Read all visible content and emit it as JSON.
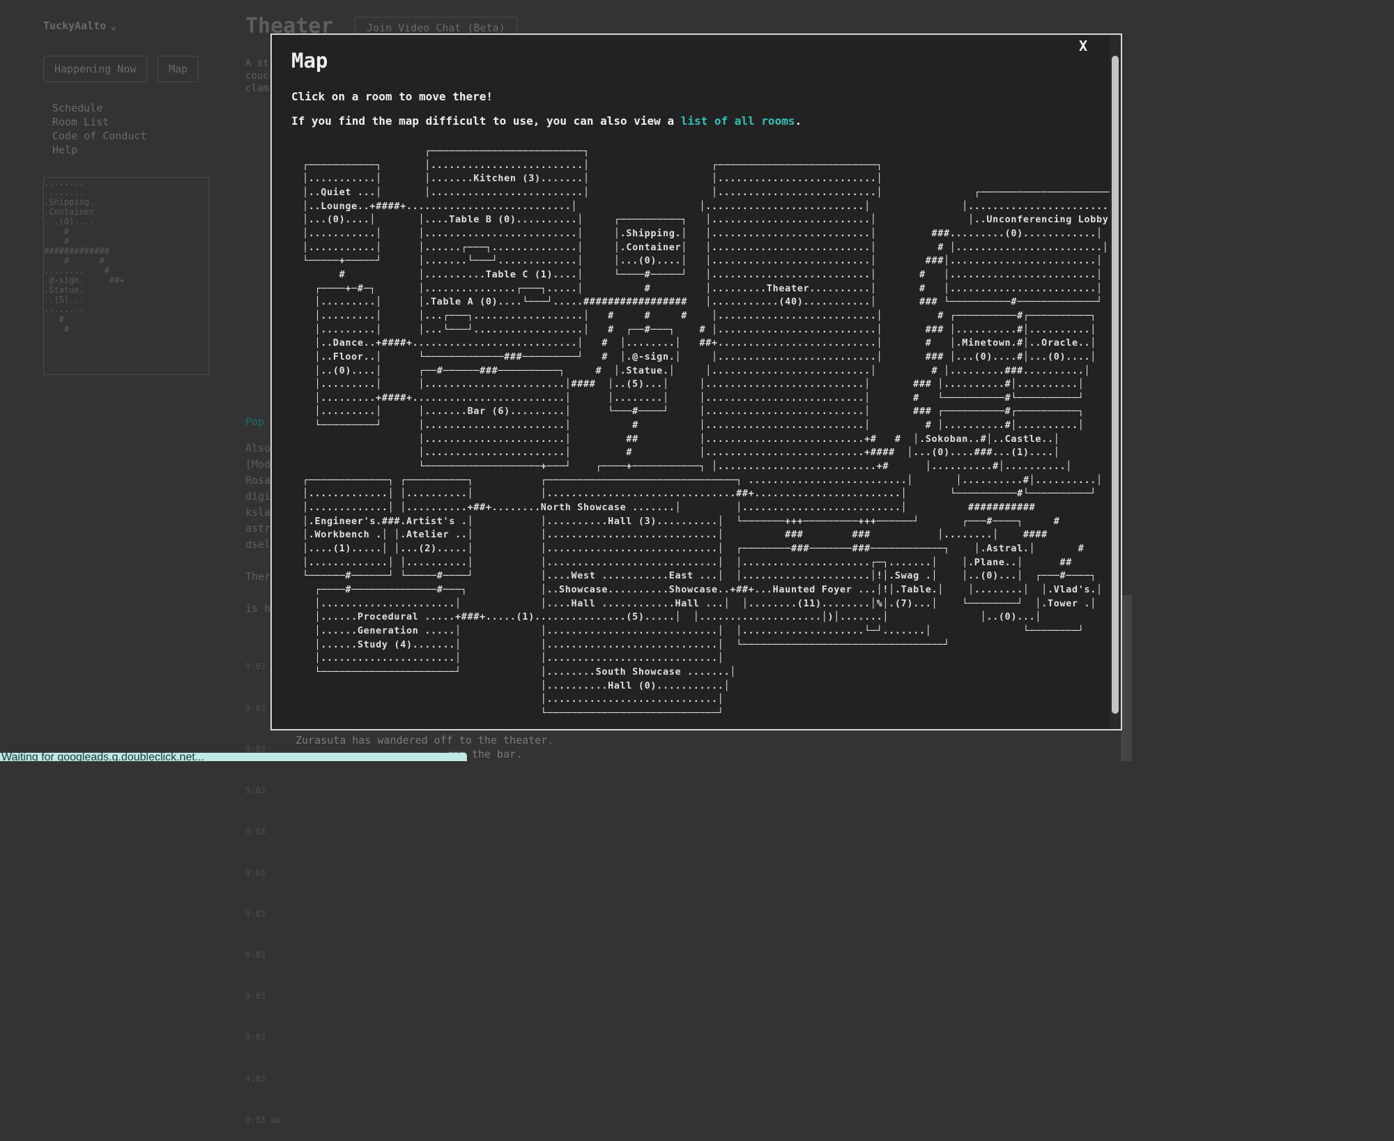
{
  "background": {
    "username": "TuckyAalto",
    "nav_buttons": [
      "Happening Now",
      "Map"
    ],
    "links": [
      "Schedule",
      "Room List",
      "Code of Conduct",
      "Help"
    ],
    "minimap_text": "........\n........\n.Shipping.\n.Container\n...(0)....\n    #\n    #\n#############\n    #      #\n........    #\n.@-sign.     ##+\n.Statue.\n..(5)...\n........\n   #\n    #",
    "page_title": "Theater",
    "join_button": "Join Video Chat (Beta)",
    "desc_lines": "A st\ncouc\nclam",
    "pop_text": "Pop",
    "also_lines": "Also\n[Mod\nRosa\ndigi\nksla\nastr\ndsel\n\nTher\n\nis h",
    "chat_times": [
      "9:03",
      "9:03",
      "9:03",
      "9:03",
      "9:03",
      "9:03",
      "9:03",
      "9:03",
      "9:03",
      "9:03",
      "9:03",
      "9:03 am"
    ],
    "chat_message_1": "Zurasuta has wandered off to the theater.",
    "chat_message_2": "                        rom the bar.",
    "status_text": "Waiting for googleads.g.doubleclick.net..."
  },
  "modal": {
    "title": "Map",
    "close_label": "X",
    "instruction": "Click on a room to move there!",
    "alt_prefix": "If you find the map difficult to use, you can also view a ",
    "alt_link": "list of all rooms",
    "alt_suffix": ".",
    "ascii_map": "                    ┌─────────────────────────┐                                   \n┌───────────┐       │.........................│                    ┌──────────────────────────┐\n│...........│       │.......Kitchen (3).......│                    │..........................│\n│..Quiet ...│       │.........................│                    │..........................│               ┌────────────────────────┐\n│..Lounge..+####+...........................│                    │..........................│               │........................│\n│...(0)....│       │....Table B (0)..........│     ┌──────────┐   │..........................│               │..Unconferencing Lobby..│\n│...........│      │.........................│     │.Shipping.│   │..........................│         ###.........(0)............│\n│...........│      │......┌───┐..............│     │.Container│   │..........................│          # │........................│\n└─────+─────┘      │.......└───┘.............│     │...(0)....│   │..........................│        ###│........................│\n      #            │..........Table C (1)....│     └────#─────┘   │..........................│       #   │........................│\n  ┌────+─#─┐       │...............┌───┐.....│          #         │.........Theater..........│       #   │........................│\n  │.........│      │.Table A (0)....└───┘.....#################   │...........(40)...........│       ### └──────────#─────────────┘\n  │.........│      │...┌───┐..................│   #     #     #    │..........................│         # ┌──────────#┌──────────┐\n  │.........│      │...└───┘..................│   #  ┌──#───┐    # │..........................│       ### │..........#│..........│\n  │..Dance..+####+...........................│   #  │........│   ##+..........................│       #   │.Minetown.#│..Oracle..│\n  │..Floor..│      └─────────────###─────────┘   #  │.@-sign.│     │..........................│       ### │...(0)....#│...(0)....│\n  │..(0)....│      ┌──#──────###──────────┐     #  │.Statue.│     │..........................│         # │.........###..........│\n  │.........│      │.......................│####  │..(5)...│     │..........................│       ### │..........#│..........│\n  │.........+####+.........................│      │........│     │..........................│       #   └──────────#└──────────┘\n  │.........│      │.......Bar (6).........│      └───#────┘     │..........................│       ### ┌──────────#┌──────────┐\n  └─────────┘      │.......................│          #          │..........................│         # │..........#│..........│\n                   │.......................│         ##          │..........................+#   #  │.Sokoban..#│..Castle..│\n                   │.......................│         #           │..........................+####  │...(0)....###...(1)....│\n                   └───────────────────+───┘    ┌────+───────────┐ │..........................+#      │..........#│..........│\n┌─────────────┐ ┌──────────┐           ┌───────────────────────────────┐ ..........................│       │..........#│..........│\n│.............│ │..........│           │...............................##+........................│       └──────────#└──────────┘\n│.............│ │..........+##+........North Showcase .......│         │..........................│          ###########\n│.Engineer's.###.Artist's .│           │..........Hall (3)..........│  └───────+++─────────+++──────┘       ┌───#────┐     #\n│.Workbench .│ │.Atelier ..│           │............................│          ###        ###           │........│    ####\n│....(1).....│ │...(2).....│           │............................│  ┌────────###───────###────────────┐    │.Astral.│       #\n│.............│ │..........│           │............................│  │.....................┌─┐.......│    │.Plane..│      ##\n└──────#──────┘ └─────#────┘           │....West ...........East ...│  │.....................│!│.Swag .│    │..(0)...│  ┌───#────┐\n  ┌────#──────────────#───┐            │..Showcase..........Showcase..+##+...Haunted Foyer ...│!│.Table.│    │........│  │.Vlad's.│\n  │......................│             │....Hall ............Hall ...│  │........(11)........│%│.(7)...│    └────────┘  │.Tower .│\n  │......Procedural .....+###+.....(1)...............(5).....│  │....................│)│.......│               │..(0)...│\n  │......Generation .....│             │............................│  │....................└─┘.......│               └────────┘\n  │......Study (4).......│             │............................│  └─────────────────────────────────┘\n  │......................│             │............................│\n  └──────────────────────┘             │........South Showcase .......│\n                                       │..........Hall (0)...........│\n                                       │............................│\n                                       └────────────────────────────┘"
  }
}
